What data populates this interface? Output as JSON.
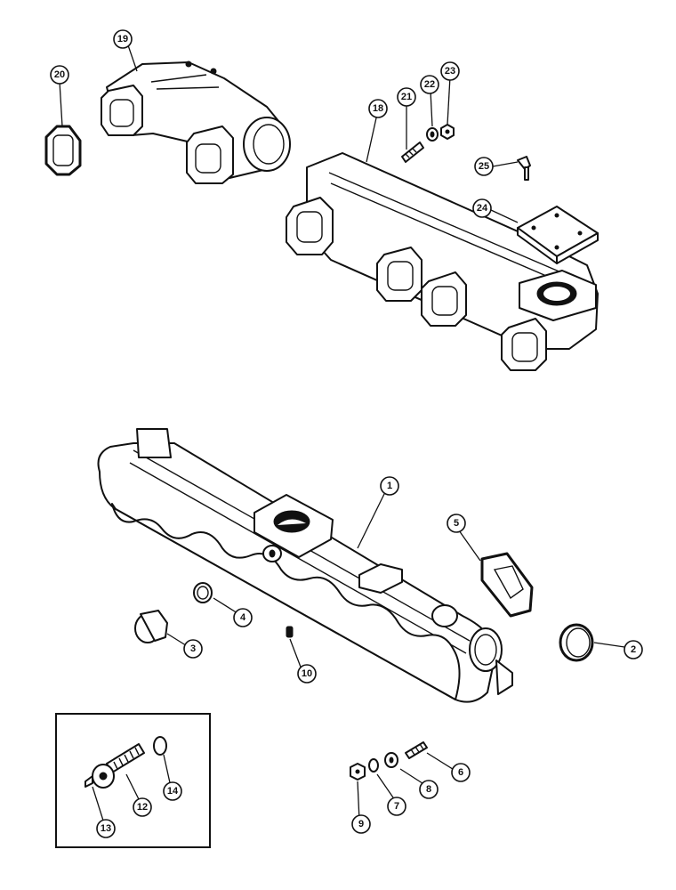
{
  "diagram": {
    "callouts": {
      "c1": "1",
      "c2": "2",
      "c3": "3",
      "c4": "4",
      "c5": "5",
      "c6": "6",
      "c7": "7",
      "c8": "8",
      "c9": "9",
      "c10": "10",
      "c12": "12",
      "c13": "13",
      "c14": "14",
      "c18": "18",
      "c19": "19",
      "c20": "20",
      "c21": "21",
      "c22": "22",
      "c23": "23",
      "c24": "24",
      "c25": "25"
    }
  }
}
